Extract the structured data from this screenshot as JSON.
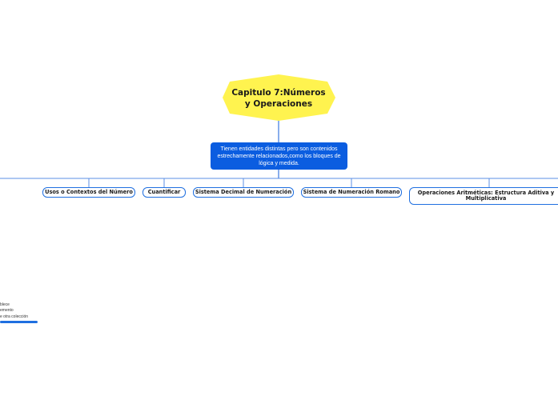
{
  "map": {
    "root": {
      "title": "Capitulo 7:Números y Operaciones",
      "fill": "#fff34f"
    },
    "description": "Tienen entidades distintas pero son contenidos estrechamente relacionados,como los bloques de lógica y medida.",
    "topics": [
      "Usos o Contextos del Número",
      "Cuantificar",
      "Sistema Decimal de Numeración",
      "Sistema de Numeración Romano",
      "Operaciones Aritméticas: Estructura Aditiva y Multiplicativa"
    ],
    "partial_topic_lines": [
      "blece",
      "emento",
      "e otra colección"
    ],
    "colors": {
      "accent": "#1f6fe0",
      "description_fill": "#0b5de0",
      "line": "#5b8fe6"
    }
  }
}
